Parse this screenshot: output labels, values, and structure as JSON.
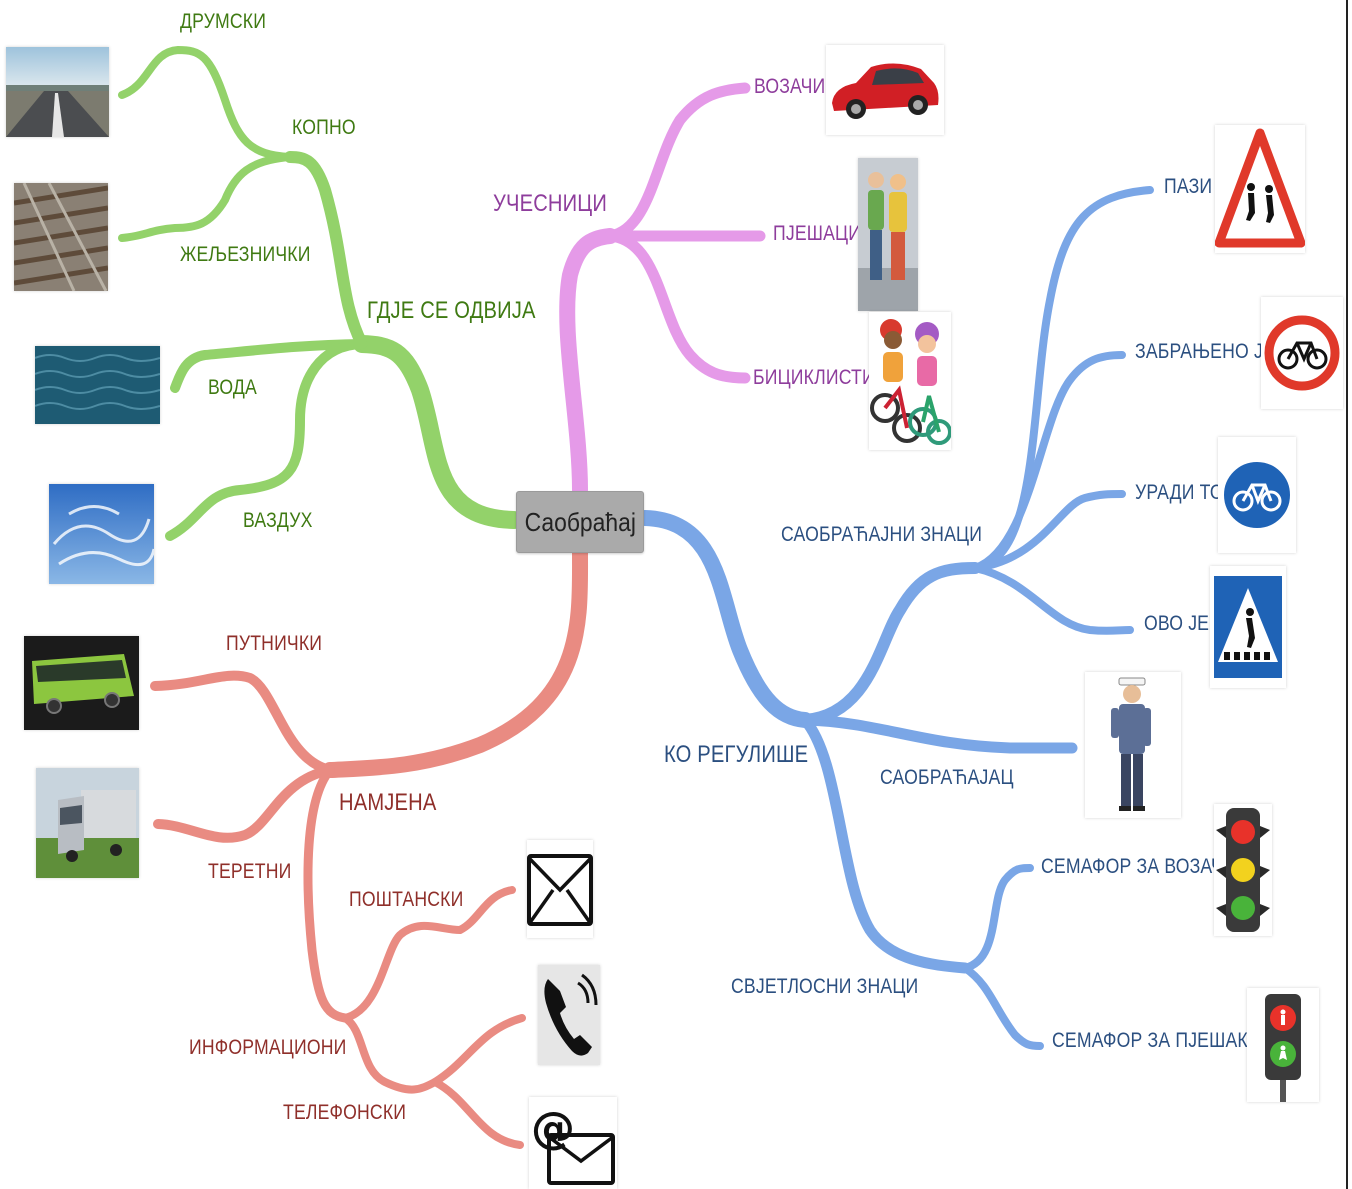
{
  "central": "Саобраћај",
  "branches": {
    "where": {
      "label": "ГДЈЕ СЕ ОДВИЈА",
      "kopno": "КОПНО",
      "drumski": "ДРУМСКИ",
      "zeljeznicki": "ЖЕЉЕЗНИЧКИ",
      "voda": "ВОДА",
      "vazduh": "ВАЗДУХ"
    },
    "participants": {
      "label": "УЧЕСНИЦИ",
      "vozaci": "ВОЗАЧИ",
      "pjesaci": "ПЈЕШАЦИ",
      "biciklisti": "БИЦИКЛИСТИ"
    },
    "regulates": {
      "label": "КО РЕГУЛИШЕ",
      "signs": "САОБРАЋАЈНИ ЗНАЦИ",
      "pazi": "ПАЗИ",
      "zabranjeno": "ЗАБРАЊЕНО ЈЕ",
      "uradi": "УРАДИ ТО",
      "ovo": "ОВО ЈЕ",
      "saobracajac": "САОБРАЋАЈАЦ",
      "lights": "СВЈЕТЛОСНИ ЗНАЦИ",
      "semafor_vozace": "СЕМАФОР ЗА ВОЗАЧЕ",
      "semafor_pjesake": "СЕМАФОР ЗА ПЈЕШАКЕ"
    },
    "purpose": {
      "label": "НАМЈЕНА",
      "putnicki": "ПУТНИЧКИ",
      "teretni": "ТЕРЕТНИ",
      "informacioni": "ИНФОРМАЦИОНИ",
      "postanski": "ПОШТАНСКИ",
      "telefonski": "ТЕЛЕФОНСКИ"
    }
  },
  "colors": {
    "green": "#93d26a",
    "pink": "#e59ae8",
    "blue": "#7aa6e6",
    "red": "#e98b82",
    "central": "#aaaaaa"
  }
}
